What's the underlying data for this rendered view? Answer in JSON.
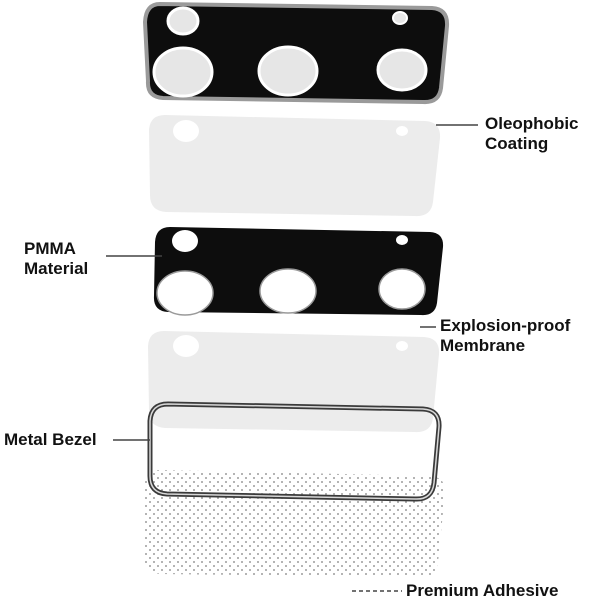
{
  "colors": {
    "layer_dark": "#0d0d0d",
    "layer_frame": "#9a9a9a",
    "layer_light": "#ececec",
    "hole_fill": "#e6e6e6",
    "bezel_stroke": "#3a3a3a",
    "adhesive_dot": "#9c9c9c",
    "leader_line": "#444444"
  },
  "labels": {
    "oleophobic": [
      "Oleophobic",
      "Coating"
    ],
    "pmma": [
      "PMMA",
      "Material"
    ],
    "explosion": [
      "Explosion-proof",
      "Membrane"
    ],
    "metal_bezel": [
      "Metal Bezel"
    ],
    "adhesive": [
      "Premium Adhesive"
    ]
  }
}
